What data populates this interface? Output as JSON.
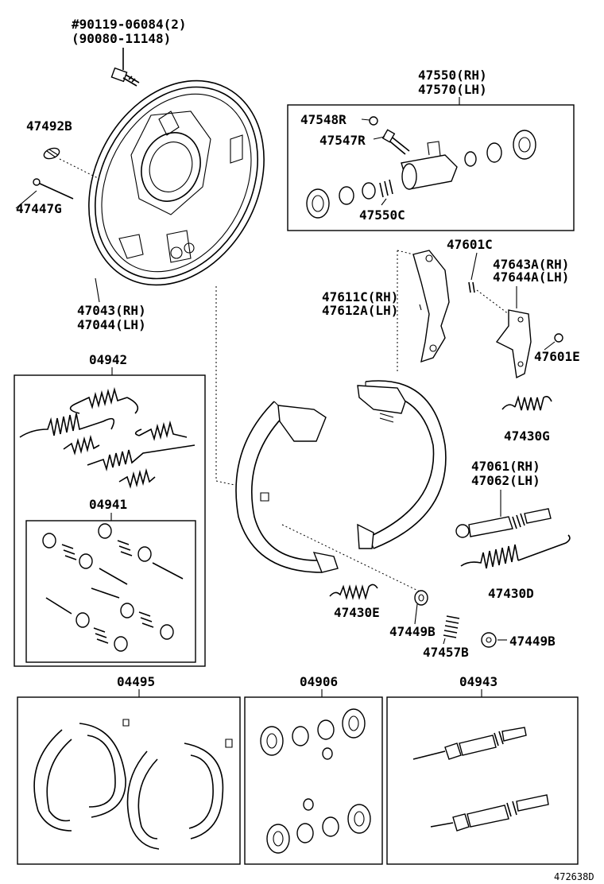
{
  "labels": {
    "l_90119": "#90119-06084(2)",
    "l_90080": "(90080-11148)",
    "l_47492b": "47492B",
    "l_47447g": "47447G",
    "l_47043": "47043(RH)",
    "l_47044": "47044(LH)",
    "l_47550": "47550(RH)",
    "l_47570": "47570(LH)",
    "l_47548r": "47548R",
    "l_47547r": "47547R",
    "l_47550c": "47550C",
    "l_47601c": "47601C",
    "l_47643a": "47643A(RH)",
    "l_47644a": "47644A(LH)",
    "l_47611c": "47611C(RH)",
    "l_47612a": "47612A(LH)",
    "l_47601e": "47601E",
    "l_47430g": "47430G",
    "l_47061": "47061(RH)",
    "l_47062": "47062(LH)",
    "l_47430d": "47430D",
    "l_47430e": "47430E",
    "l_47449b_1": "47449B",
    "l_47457b": "47457B",
    "l_47449b_2": "47449B",
    "l_04942": "04942",
    "l_04941": "04941",
    "l_04495": "04495",
    "l_04906": "04906",
    "l_04943": "04943",
    "l_footer": "472638D"
  }
}
